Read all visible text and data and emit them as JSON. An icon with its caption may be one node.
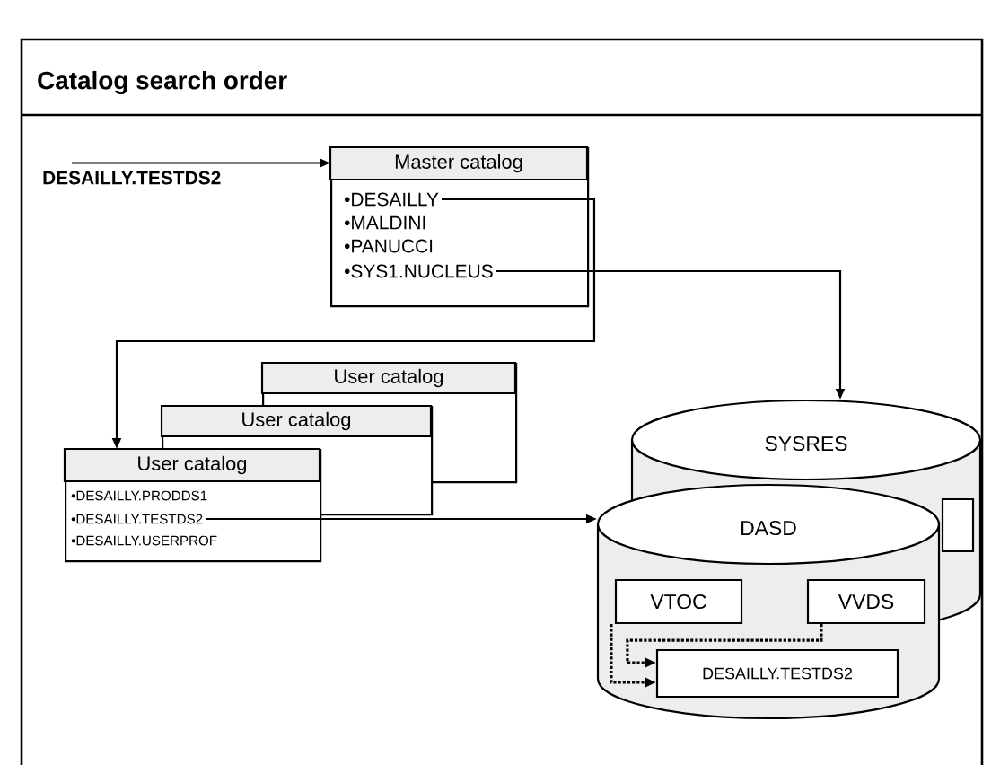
{
  "diagram": {
    "title": "Catalog search order",
    "nodes": [
      {
        "text": [
          "DESAILLY.TESTDS2"
        ]
      },
      {
        "text": [
          "Master catalog"
        ]
      },
      {
        "text": [
          "•DESAILLY"
        ],
        "in": 1
      },
      {
        "text": [
          "•MALDINI"
        ],
        "in": 1
      },
      {
        "text": [
          "•PANUCCI"
        ],
        "in": 1
      },
      {
        "text": [
          "•SYS1.NUCLEUS"
        ],
        "in": 1
      },
      {
        "text": [
          "User catalog"
        ]
      },
      {
        "text": [
          "User catalog"
        ]
      },
      {
        "text": [
          "User catalog"
        ]
      },
      {
        "text": [
          "•DESAILLY.PRODDS1"
        ],
        "in": 8
      },
      {
        "text": [
          "•DESAILLY.TESTDS2"
        ],
        "in": 8
      },
      {
        "text": [
          "•DESAILLY.USERPROF"
        ],
        "in": 8
      },
      {
        "text": [
          "SYSRES"
        ]
      },
      {
        "text": [],
        "shape": "box",
        "in": 12
      },
      {
        "text": [
          "DASD"
        ]
      },
      {
        "text": [
          "VTOC"
        ],
        "in": 14
      },
      {
        "text": [
          "VVDS"
        ]
      },
      {
        "text": [
          "DESAILLY.TESTDS2"
        ],
        "in": 14
      }
    ],
    "edges": [
      {
        "from": 0,
        "to": 1,
        "arrow": "to"
      },
      {
        "from": 2,
        "to": 8,
        "arrow": "to"
      },
      {
        "from": 5,
        "to": 12,
        "arrow": "to"
      },
      {
        "from": 10,
        "to": 14,
        "arrow": "to"
      },
      {
        "from": 15,
        "to": 17,
        "arrow": "to",
        "style": "dashed"
      },
      {
        "from": 16,
        "to": 17,
        "arrow": "to",
        "style": "dashed"
      }
    ]
  }
}
